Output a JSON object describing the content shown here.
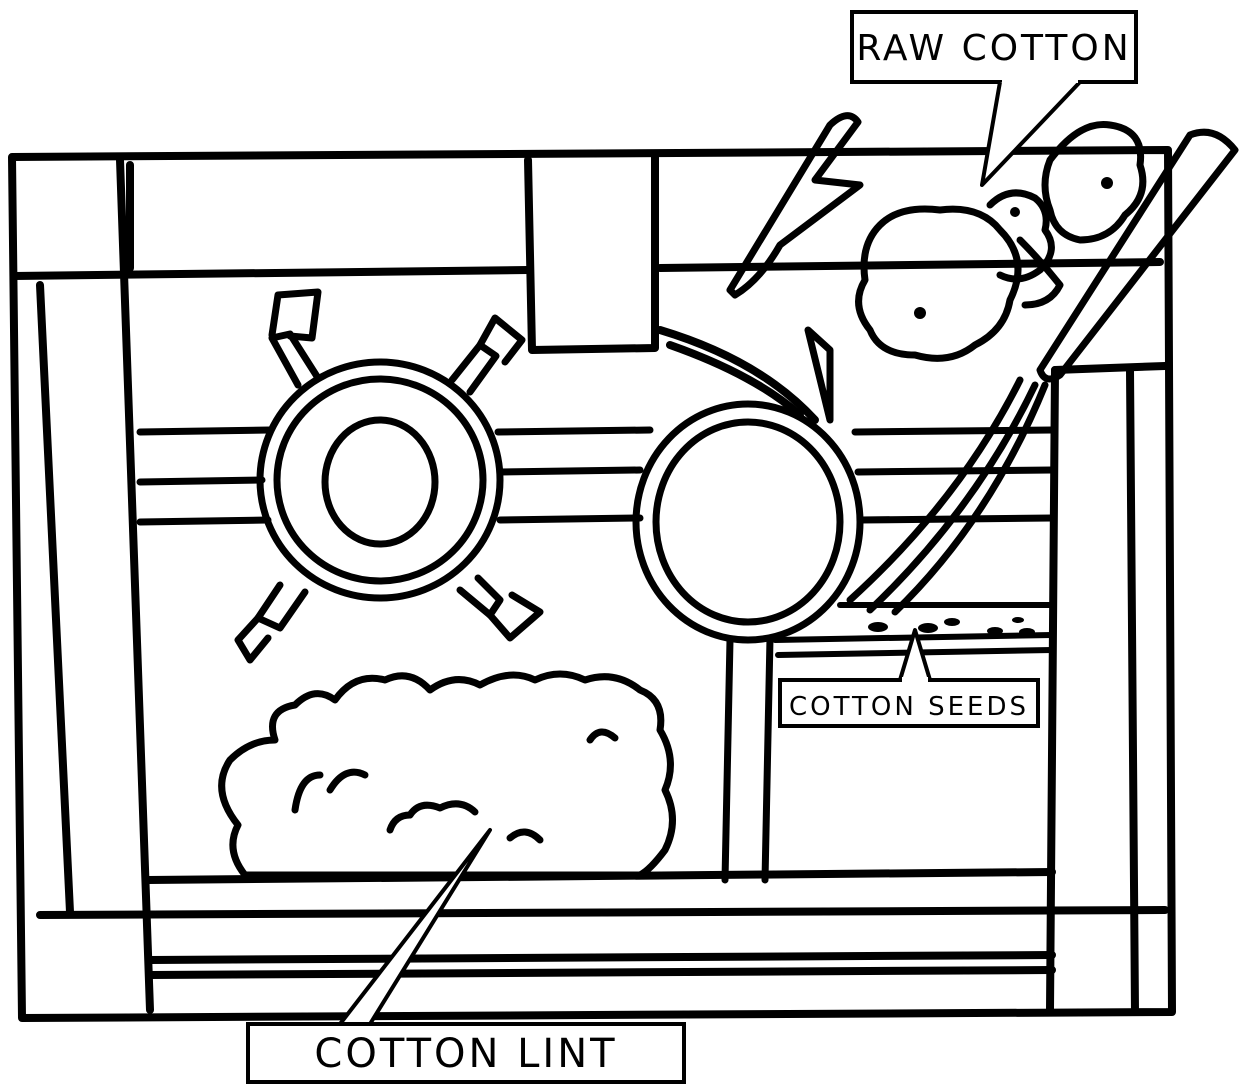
{
  "labels": {
    "raw_cotton": "RAW COTTON",
    "cotton_seeds": "COTTON SEEDS",
    "cotton_lint": "COTTON LINT"
  },
  "colors": {
    "ink": "#000000",
    "paper": "#ffffff"
  }
}
